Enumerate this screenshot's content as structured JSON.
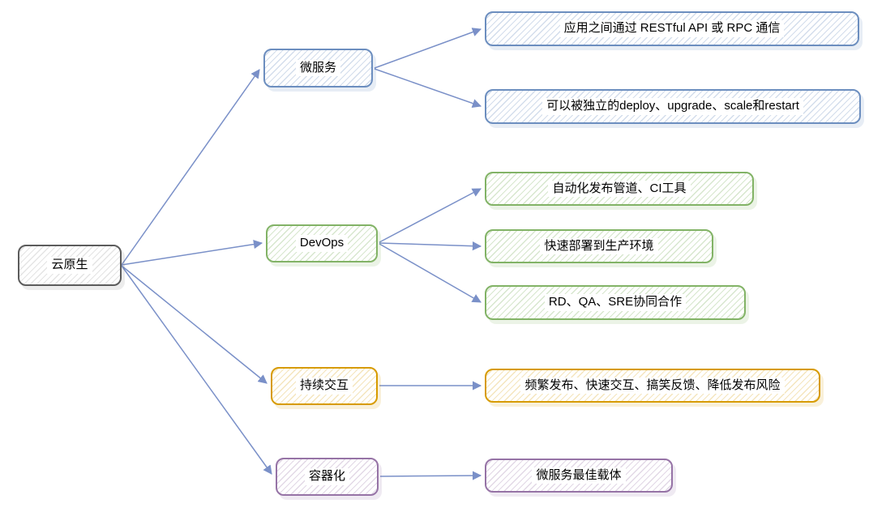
{
  "diagram_title": "云原生 mind map",
  "colors": {
    "blue_stroke": "#6c8ebf",
    "green_stroke": "#82b366",
    "orange_stroke": "#d79b00",
    "purple_stroke": "#9673a6",
    "gray_stroke": "#5c5c5c",
    "edge": "#7a90c8",
    "text": "#000000",
    "background": "#ffffff"
  },
  "nodes": {
    "root": {
      "label": "云原生",
      "color": "#5c5c5c"
    },
    "microservice": {
      "label": "微服务",
      "color": "#6c8ebf"
    },
    "ms_leaf_1": {
      "label": "应用之间通过 RESTful API 或 RPC 通信",
      "color": "#6c8ebf"
    },
    "ms_leaf_2": {
      "label": "可以被独立的deploy、upgrade、scale和restart",
      "color": "#6c8ebf"
    },
    "devops": {
      "label": "DevOps",
      "color": "#82b366"
    },
    "devops_leaf_1": {
      "label": "自动化发布管道、CI工具",
      "color": "#82b366"
    },
    "devops_leaf_2": {
      "label": "快速部署到生产环境",
      "color": "#82b366"
    },
    "devops_leaf_3": {
      "label": "RD、QA、SRE协同合作",
      "color": "#82b366"
    },
    "continuous": {
      "label": "持续交互",
      "color": "#d79b00"
    },
    "continuous_leaf_1": {
      "label": "频繁发布、快速交互、搞笑反馈、降低发布风险",
      "color": "#d79b00"
    },
    "container": {
      "label": "容器化",
      "color": "#9673a6"
    },
    "container_leaf_1": {
      "label": "微服务最佳载体",
      "color": "#9673a6"
    }
  },
  "edges": [
    {
      "from": "root",
      "to": "microservice"
    },
    {
      "from": "root",
      "to": "devops"
    },
    {
      "from": "root",
      "to": "continuous"
    },
    {
      "from": "root",
      "to": "container"
    },
    {
      "from": "microservice",
      "to": "ms_leaf_1"
    },
    {
      "from": "microservice",
      "to": "ms_leaf_2"
    },
    {
      "from": "devops",
      "to": "devops_leaf_1"
    },
    {
      "from": "devops",
      "to": "devops_leaf_2"
    },
    {
      "from": "devops",
      "to": "devops_leaf_3"
    },
    {
      "from": "continuous",
      "to": "continuous_leaf_1"
    },
    {
      "from": "container",
      "to": "container_leaf_1"
    }
  ]
}
